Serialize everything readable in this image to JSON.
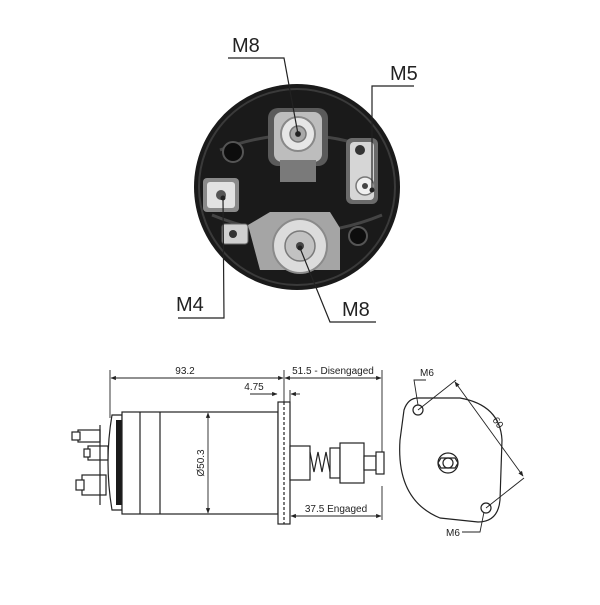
{
  "top_view": {
    "labels": {
      "m8_top": "M8",
      "m5": "M5",
      "m4": "M4",
      "m8_bottom": "M8"
    }
  },
  "side_view": {
    "dimensions": {
      "overall_length": "93.2",
      "flange_thickness": "4.75",
      "disengaged": "51.5 - Disengaged",
      "engaged": "37.5 Engaged",
      "diameter": "Ø50.3"
    }
  },
  "flange_view": {
    "labels": {
      "hole_top": "M6",
      "hole_bottom": "M6",
      "hole_spacing": "60"
    }
  },
  "colors": {
    "ink": "#222222",
    "body_fill": "#ffffff",
    "dark_fill": "#1a1a1a"
  }
}
